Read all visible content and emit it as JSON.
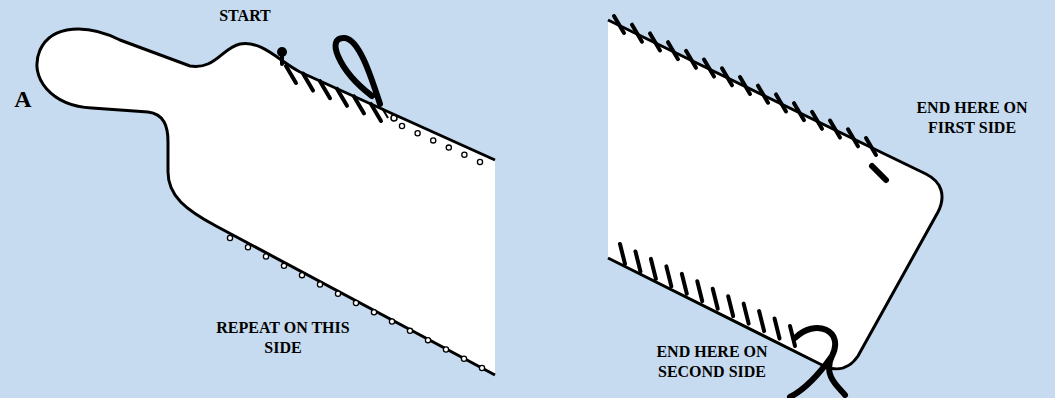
{
  "diagram": {
    "labels": [
      "A",
      "START",
      "REPEAT ON THIS SIDE",
      "END HERE ON FIRST SIDE",
      "END HERE ON SECOND SIDE"
    ]
  }
}
